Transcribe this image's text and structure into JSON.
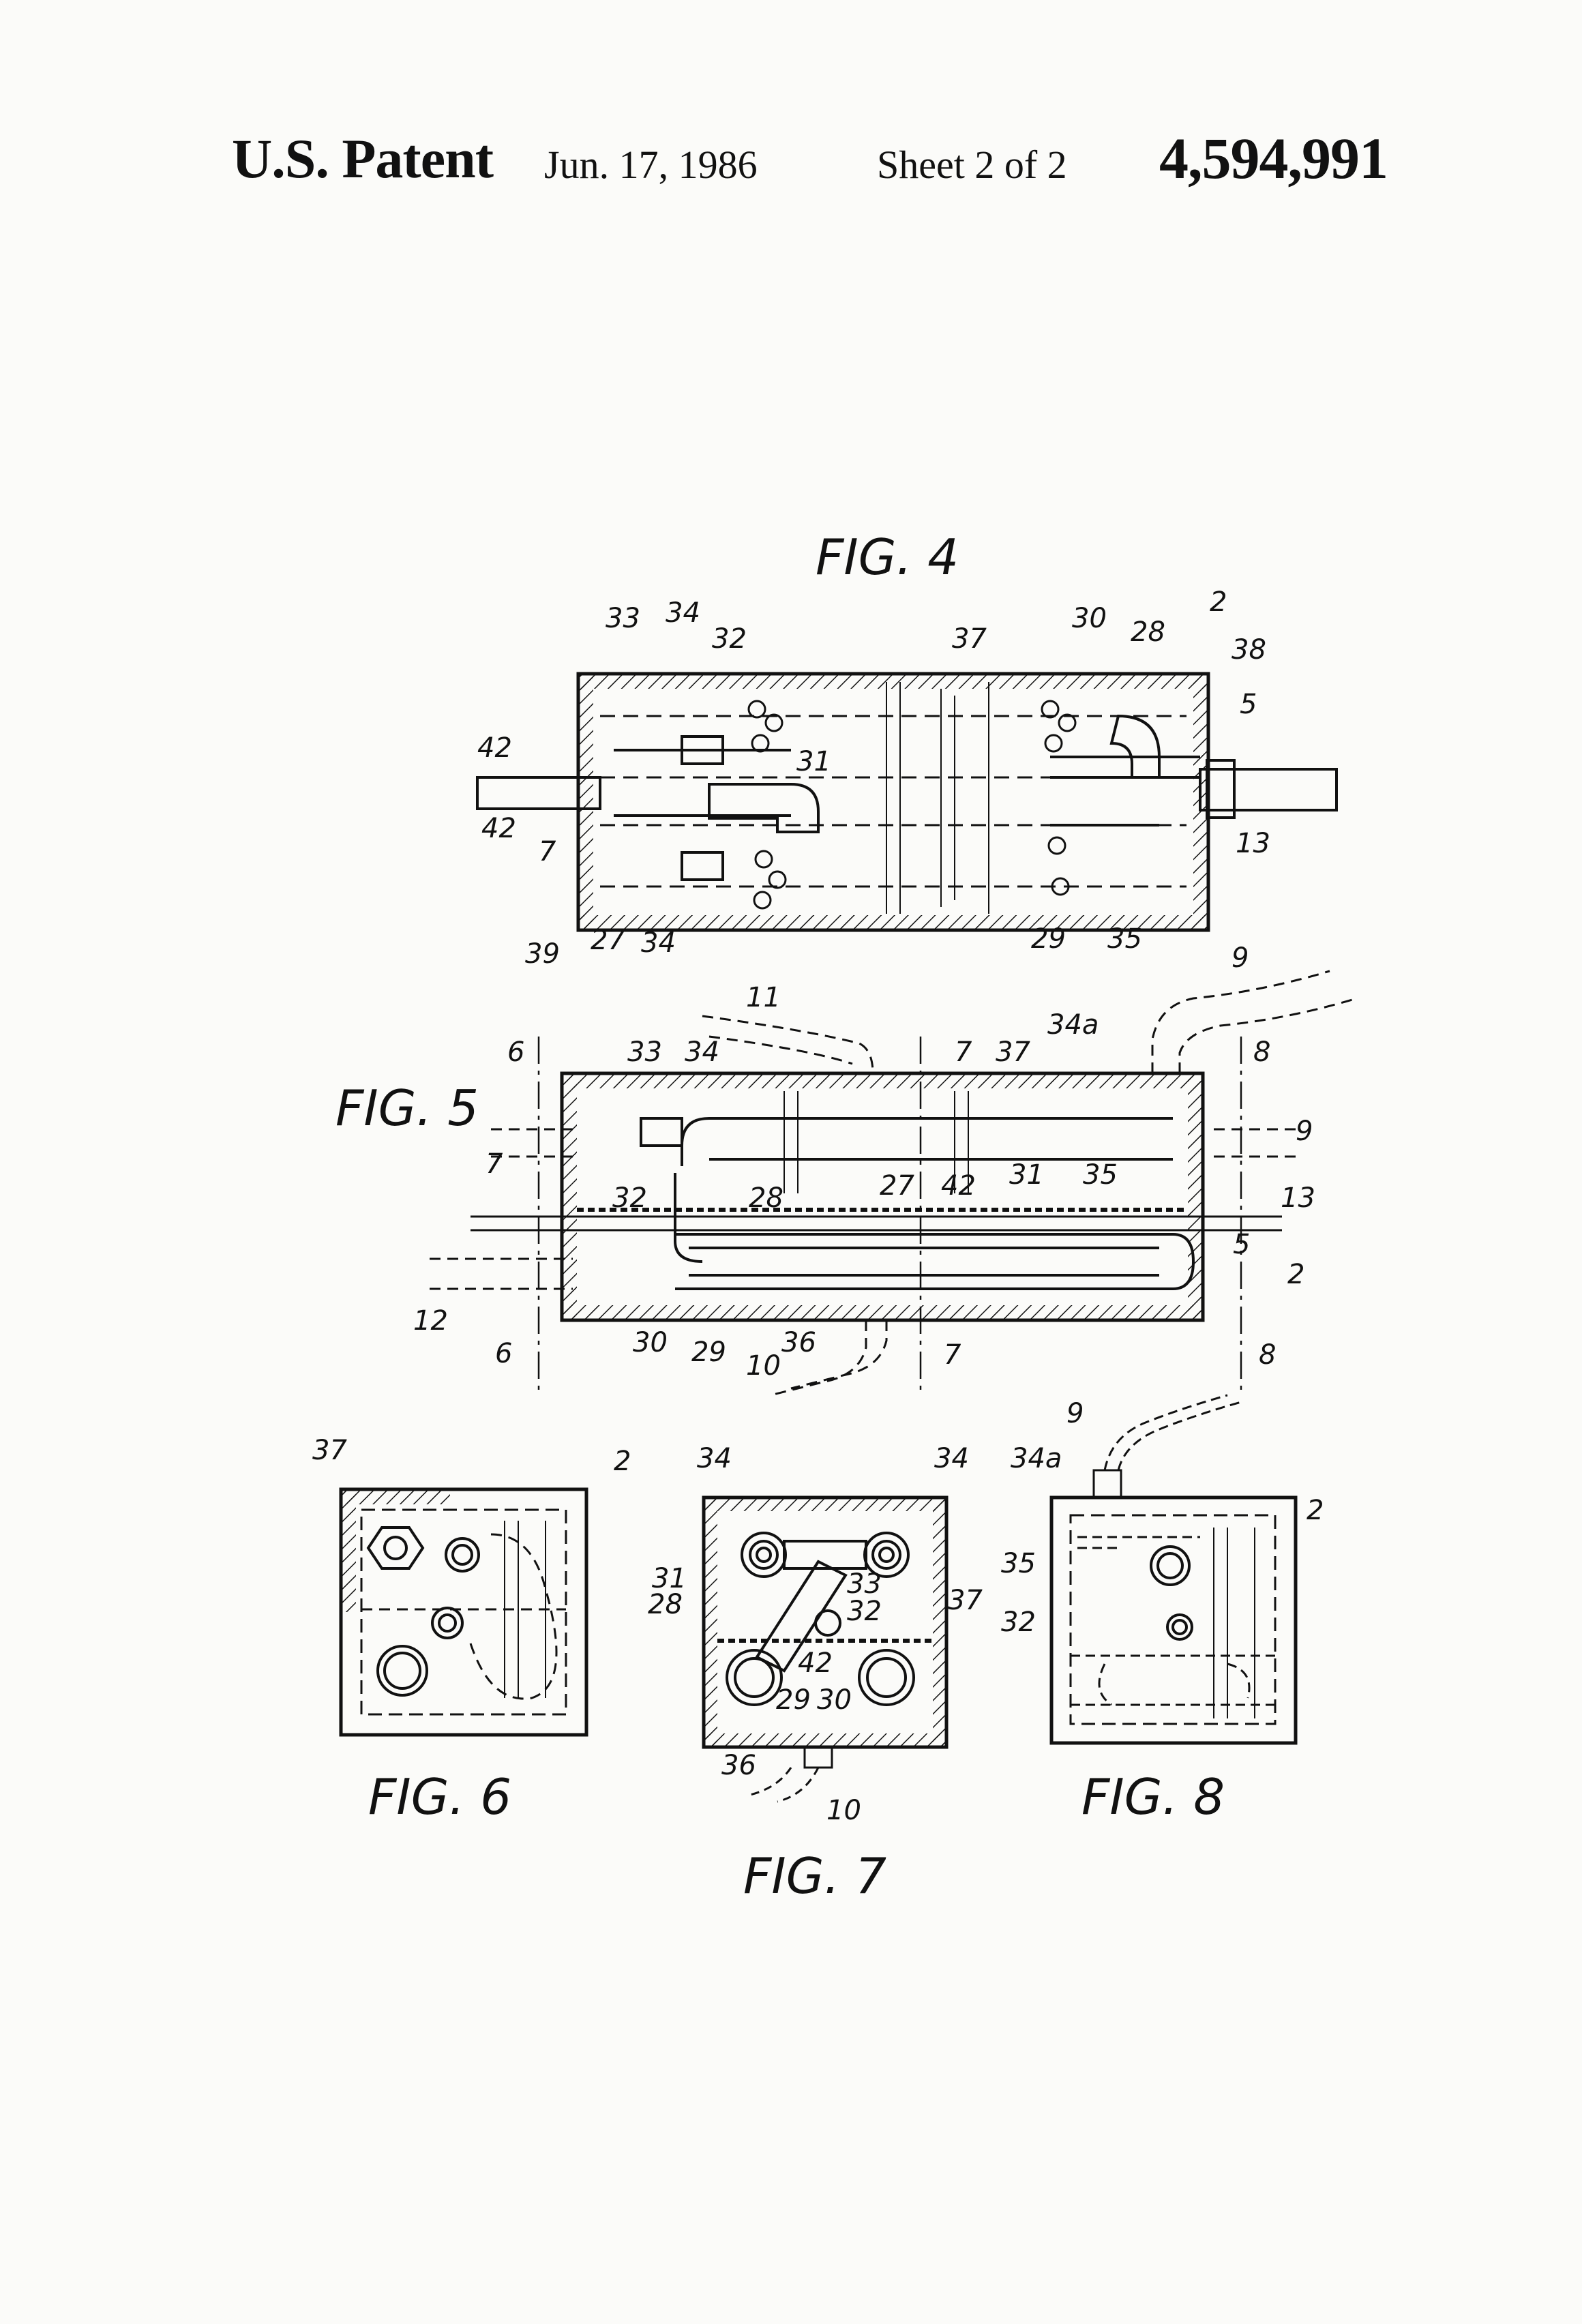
{
  "header": {
    "patent_label": "U.S. Patent",
    "date": "Jun. 17, 1986",
    "sheet": "Sheet 2 of 2",
    "patent_number": "4,594,991"
  },
  "figures": {
    "fig4": {
      "title": "FIG. 4",
      "labels": [
        "33",
        "34",
        "32",
        "37",
        "30",
        "28",
        "2",
        "38",
        "5",
        "42",
        "31",
        "42",
        "7",
        "13",
        "39",
        "27",
        "34",
        "29",
        "35"
      ]
    },
    "fig5": {
      "title": "FIG. 5",
      "labels": [
        "11",
        "9",
        "34a",
        "6",
        "33",
        "34",
        "7",
        "37",
        "8",
        "7",
        "9",
        "27",
        "42",
        "31",
        "35",
        "32",
        "28",
        "13",
        "5",
        "2",
        "12",
        "6",
        "30",
        "29",
        "36",
        "7",
        "8",
        "10"
      ]
    },
    "fig6": {
      "title": "FIG. 6",
      "labels": [
        "37",
        "2"
      ]
    },
    "fig7": {
      "title": "FIG. 7",
      "labels": [
        "34",
        "34",
        "31",
        "28",
        "33",
        "32",
        "37",
        "42",
        "29",
        "30",
        "36",
        "10"
      ]
    },
    "fig8": {
      "title": "FIG. 8",
      "labels": [
        "9",
        "34a",
        "2",
        "35",
        "32"
      ]
    }
  }
}
